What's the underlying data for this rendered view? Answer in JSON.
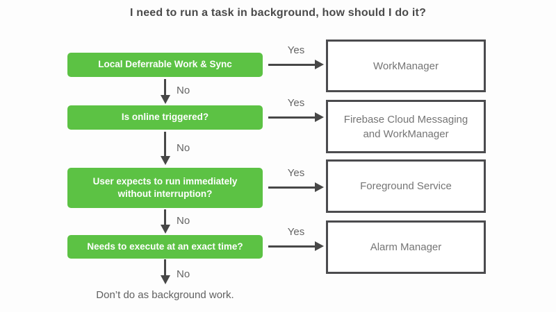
{
  "title": "I need to run a task in background, how should I do it?",
  "colors": {
    "green": "#5CC244",
    "result_border": "#4B4B4E",
    "result_text": "#757575",
    "arrow": "#474747",
    "label_text": "#646464",
    "title_text": "#4A4A4A",
    "background": "#FDFDFD"
  },
  "flow": {
    "rows": [
      {
        "question": "Local Deferrable Work & Sync",
        "yes": "Yes",
        "no": "No",
        "result": "WorkManager"
      },
      {
        "question": "Is online triggered?",
        "yes": "Yes",
        "no": "No",
        "result": "Firebase Cloud Messaging and WorkManager"
      },
      {
        "question": "User expects to run immediately without interruption?",
        "yes": "Yes",
        "no": "No",
        "result": "Foreground Service"
      },
      {
        "question": "Needs to execute at an exact time?",
        "yes": "Yes",
        "no": "No",
        "result": "Alarm Manager"
      }
    ],
    "fallback": "Don’t do as background work."
  }
}
